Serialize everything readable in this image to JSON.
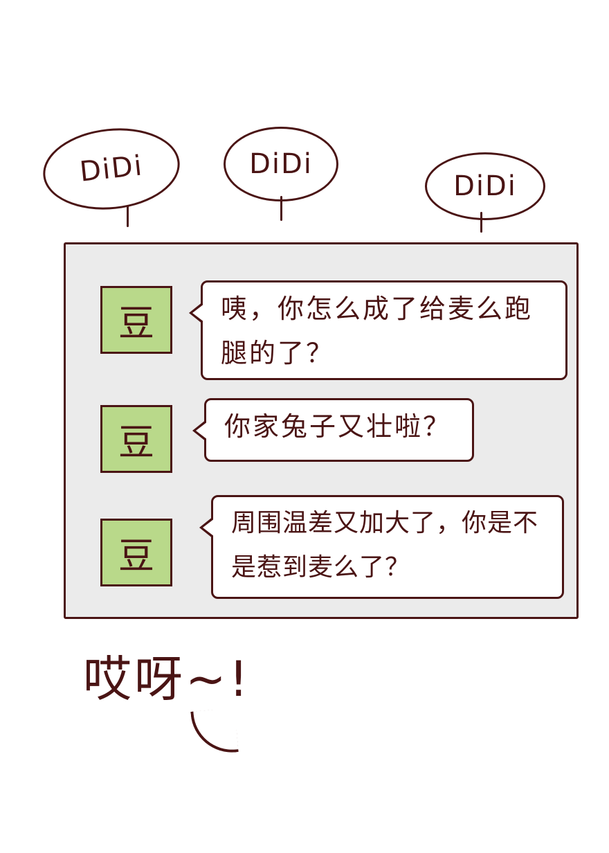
{
  "sound_bubbles": [
    {
      "text": "DiDi"
    },
    {
      "text": "DiDi"
    },
    {
      "text": "DiDi"
    }
  ],
  "chat_panel": {
    "background_color": "#ebebeb",
    "avatar_color": "#b9d98a",
    "ink_color": "#4a1414",
    "messages": [
      {
        "avatar": "豆",
        "lines": [
          "咦，你怎么成了给麦么跑",
          "腿的了？"
        ]
      },
      {
        "avatar": "豆",
        "lines": [
          "你家兔子又壮啦？"
        ]
      },
      {
        "avatar": "豆",
        "lines": [
          "周围温差又加大了，你是不",
          "是惹到麦么了？"
        ]
      }
    ]
  },
  "exclamation": {
    "text": "哎呀~!"
  }
}
